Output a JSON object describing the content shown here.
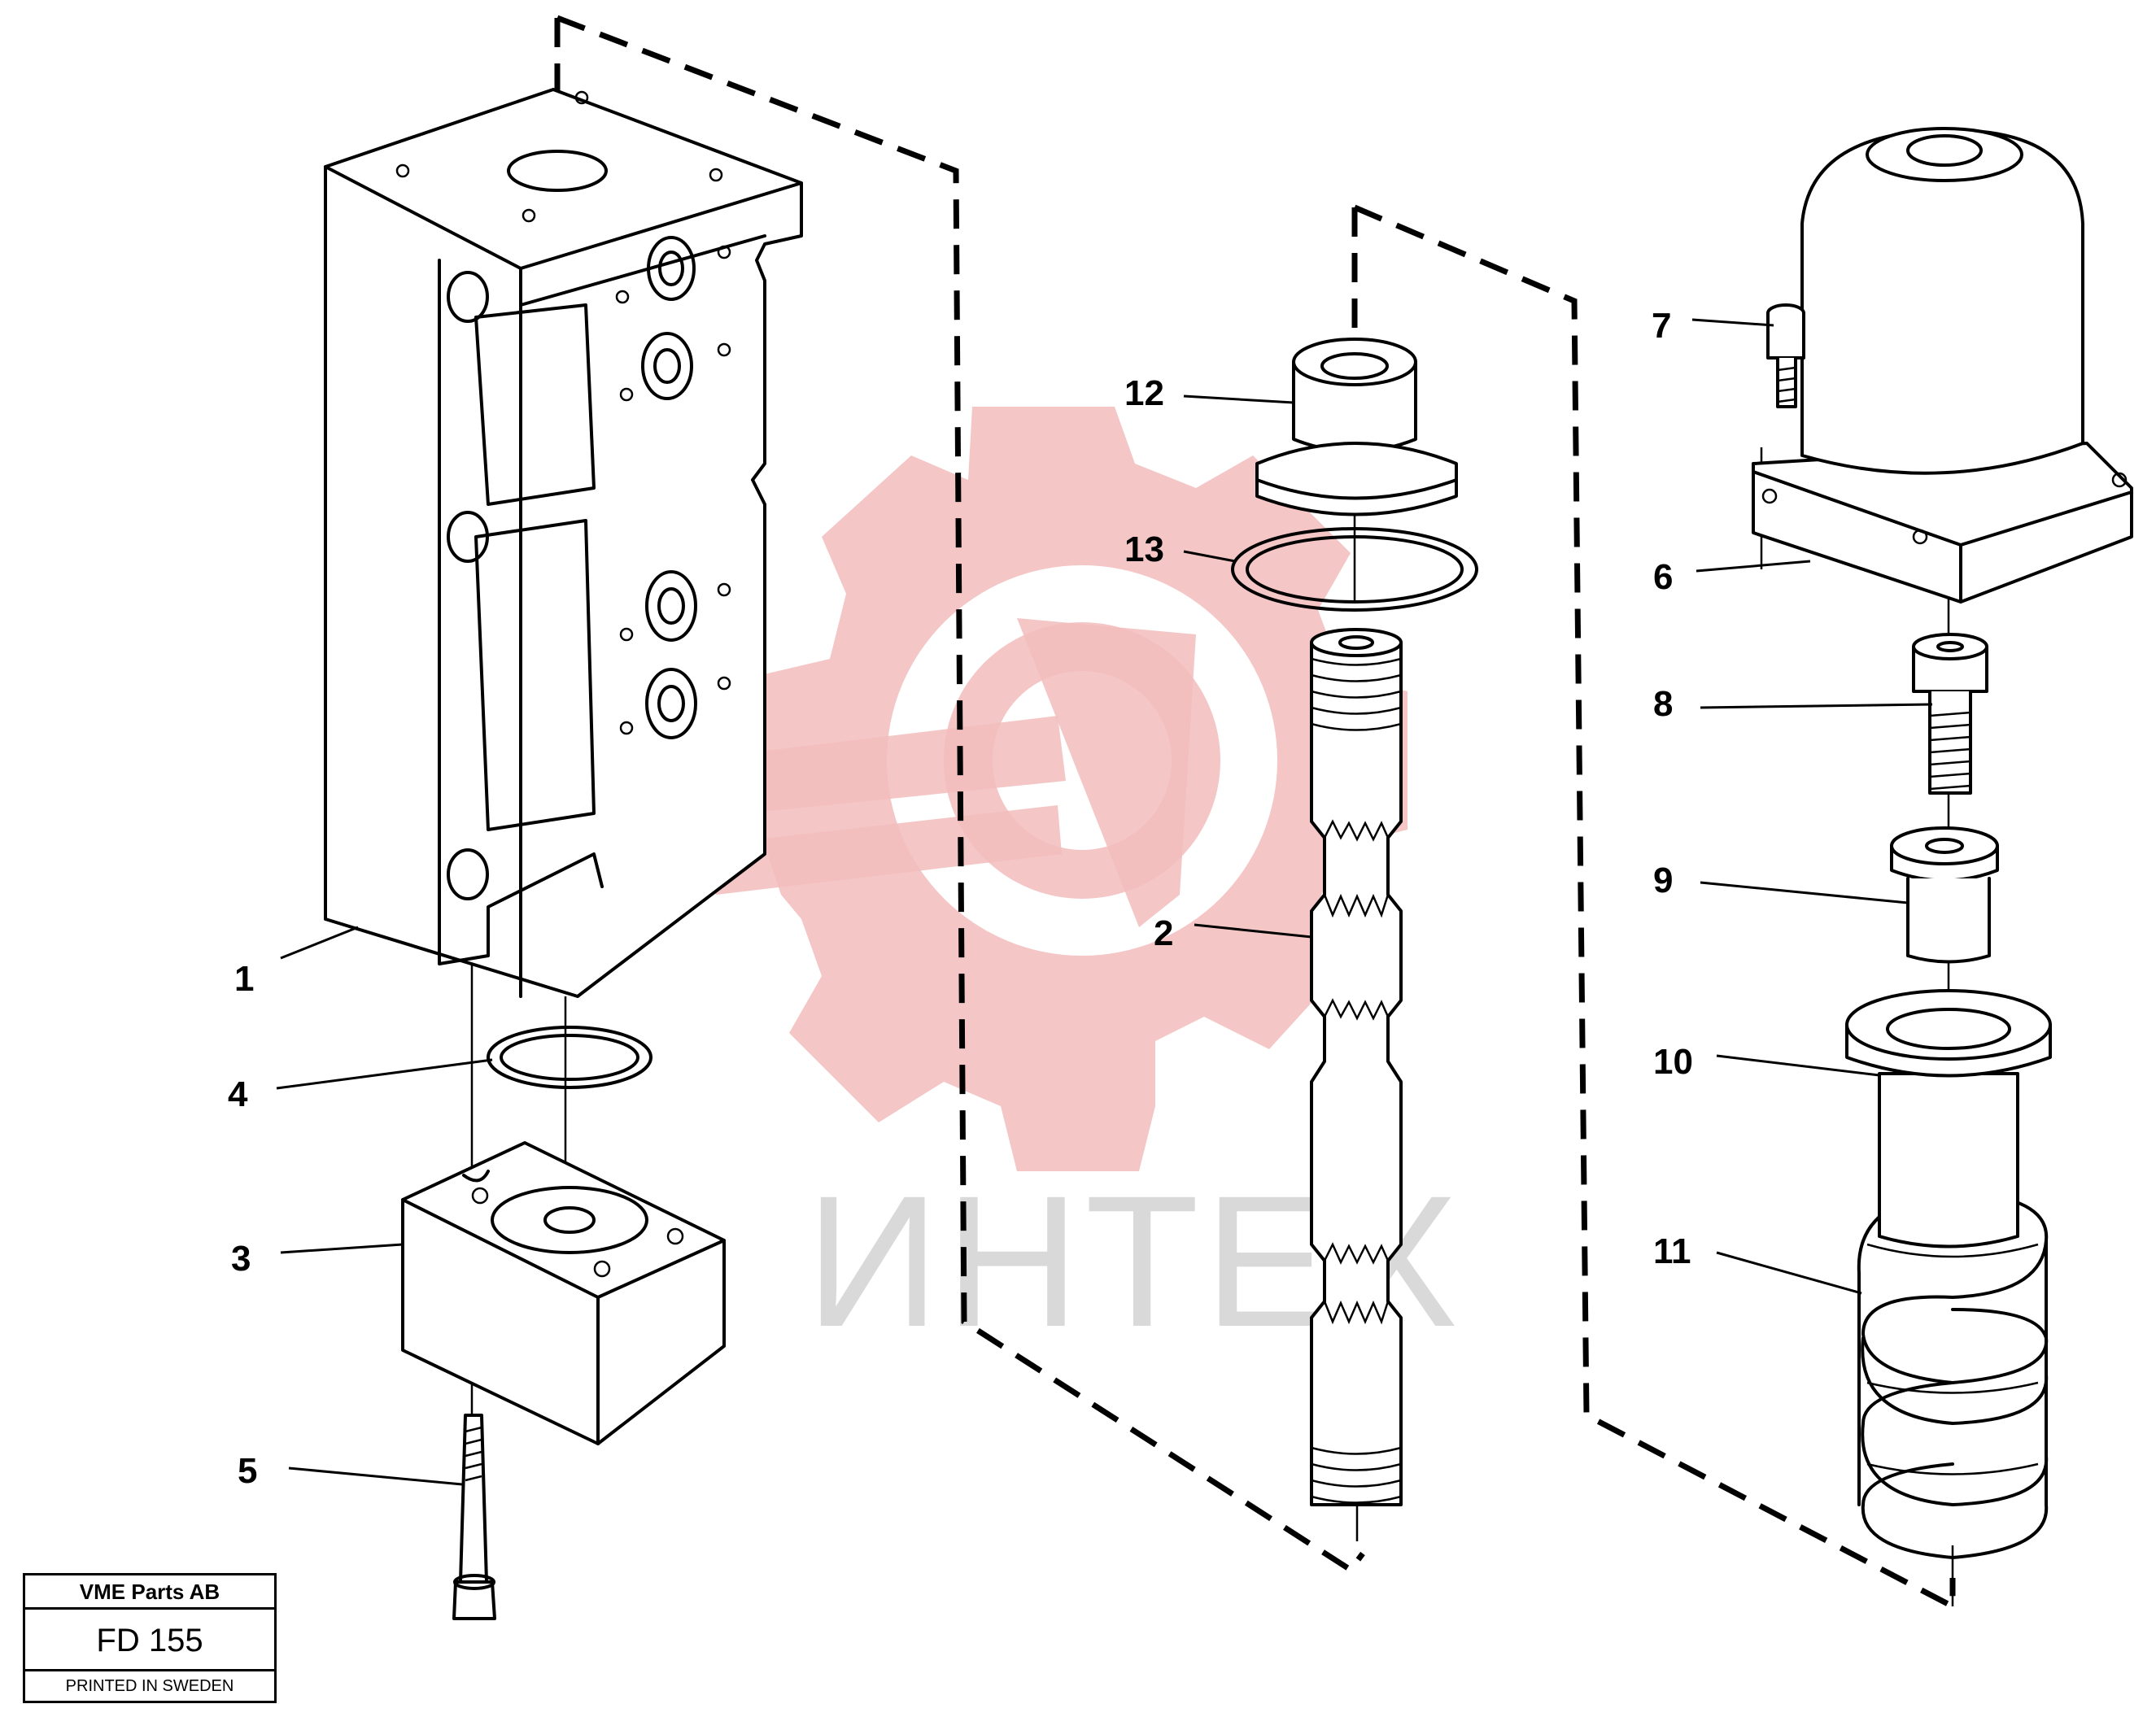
{
  "watermark": {
    "text": "ИНТЕХ",
    "color": "#f2bcbc"
  },
  "callouts": {
    "c1": "1",
    "c2": "2",
    "c3": "3",
    "c4": "4",
    "c5": "5",
    "c6": "6",
    "c7": "7",
    "c8": "8",
    "c9": "9",
    "c10": "10",
    "c11": "11",
    "c12": "12",
    "c13": "13"
  },
  "stamp": {
    "company": "VME Parts AB",
    "code": "FD 155",
    "note": "PRINTED IN SWEDEN"
  }
}
